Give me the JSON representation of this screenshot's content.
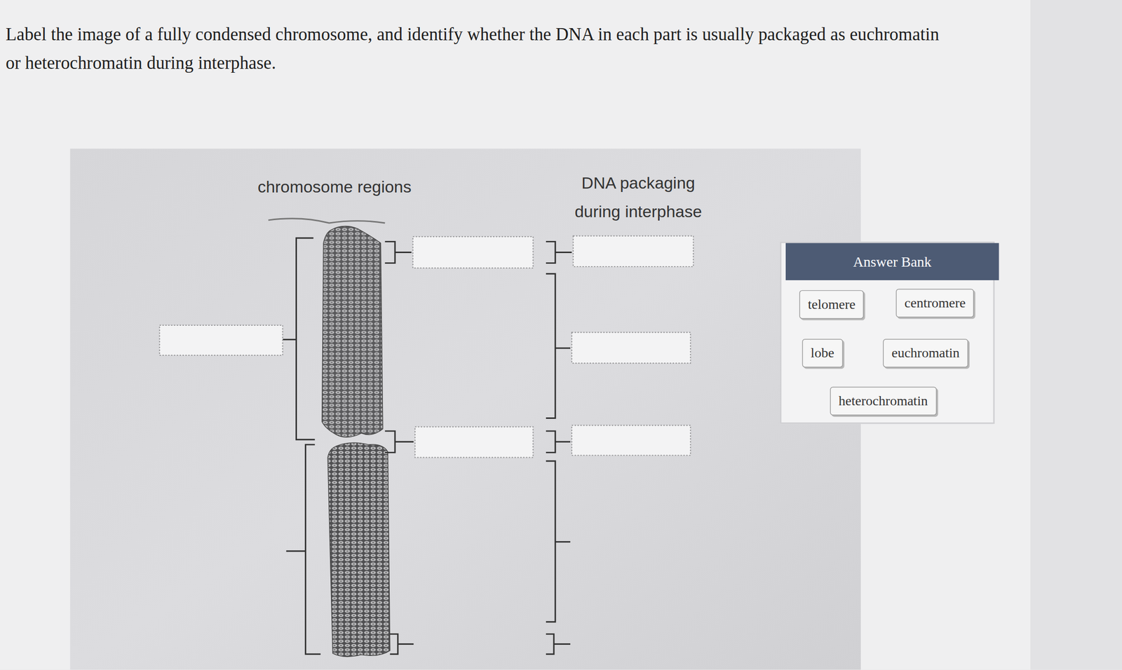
{
  "diagram": {
    "title": "Label the image of a fully condensed chromosome, and identify whether the DNA in each part is usually packaged as euchromatin or heterochromatin during interphase.",
    "nodes": [
      {
        "text": [
          "Answer Bank"
        ]
      },
      {
        "text": [
          "telomere"
        ],
        "in": 0
      },
      {
        "text": [
          "centromere"
        ],
        "in": 0
      },
      {
        "text": [
          "lobe"
        ],
        "in": 0
      },
      {
        "text": [
          "euchromatin"
        ],
        "in": 0
      },
      {
        "text": [
          "heterochromatin"
        ],
        "in": 0
      }
    ],
    "labels": [
      "chromosome regions",
      "DNA packaging during interphase"
    ]
  }
}
